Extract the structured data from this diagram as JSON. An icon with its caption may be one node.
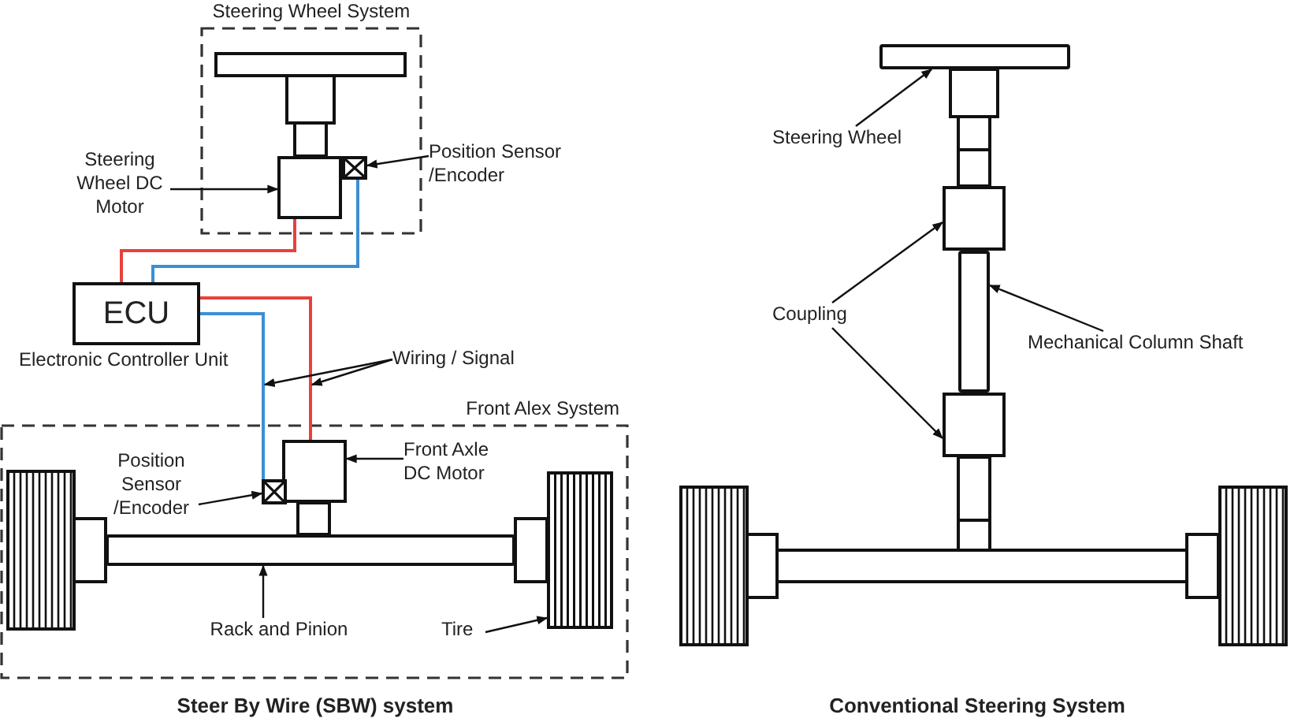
{
  "diagram": {
    "nodes": [
      {
        "text": [
          "Steering Wheel System"
        ]
      },
      {
        "text": [
          "Steering Wheel DC Motor"
        ]
      },
      {
        "text": [],
        "shape": "box",
        "in": 0
      },
      {
        "text": [
          "Position Sensor /Encoder"
        ]
      },
      {
        "text": [],
        "shape": "box",
        "in": 0
      },
      {
        "text": [
          "ECU"
        ],
        "beside": [
          "Electronic Controller Unit"
        ]
      },
      {
        "text": [
          "Wiring / Signal"
        ]
      },
      {
        "text": [
          "Front Alex System"
        ]
      },
      {
        "text": [
          "Front Axle DC Motor"
        ],
        "in": 7
      },
      {
        "text": [],
        "shape": "box",
        "in": 7
      },
      {
        "text": [
          "Position Sensor /Encoder"
        ],
        "in": 7
      },
      {
        "text": [],
        "shape": "box",
        "in": 7
      },
      {
        "text": [
          "Rack and Pinion"
        ],
        "in": 7
      },
      {
        "text": [],
        "shape": "bar",
        "in": 7
      },
      {
        "text": [
          "Tire"
        ],
        "in": 7
      },
      {
        "text": [],
        "shape": "box",
        "in": 7
      },
      {
        "text": [
          "Steering Wheel"
        ]
      },
      {
        "text": [],
        "shape": "bar"
      },
      {
        "text": [
          "Coupling"
        ]
      },
      {
        "text": [],
        "shape": "box"
      },
      {
        "text": [],
        "shape": "box"
      },
      {
        "text": [
          "Mechanical Column Shaft"
        ]
      },
      {
        "text": [],
        "shape": "bar"
      }
    ],
    "edges": [
      {
        "from": 1,
        "to": 2,
        "arrow": "to"
      },
      {
        "from": 3,
        "to": 4,
        "arrow": "to"
      },
      {
        "from": 5,
        "to": 2,
        "arrow": "none",
        "color": "#e8413c"
      },
      {
        "from": 5,
        "to": 4,
        "arrow": "none",
        "color": "#3b8fd4"
      },
      {
        "from": 5,
        "to": 9,
        "arrow": "none",
        "color": "#e8413c"
      },
      {
        "from": 5,
        "to": 11,
        "arrow": "none",
        "color": "#3b8fd4"
      },
      {
        "from": 6,
        "to": null,
        "arrow": "to"
      },
      {
        "from": 6,
        "to": null,
        "arrow": "to"
      },
      {
        "from": 8,
        "to": 9,
        "arrow": "to"
      },
      {
        "from": 10,
        "to": 11,
        "arrow": "to"
      },
      {
        "from": 12,
        "to": 13,
        "arrow": "to"
      },
      {
        "from": 14,
        "to": 15,
        "arrow": "to"
      },
      {
        "from": 16,
        "to": 17,
        "arrow": "to"
      },
      {
        "from": 18,
        "to": 19,
        "arrow": "to"
      },
      {
        "from": 18,
        "to": 20,
        "arrow": "to"
      },
      {
        "from": 21,
        "to": 22,
        "arrow": "to"
      }
    ],
    "labels": [
      "Steer By Wire (SBW) system",
      "Conventional Steering System"
    ]
  }
}
